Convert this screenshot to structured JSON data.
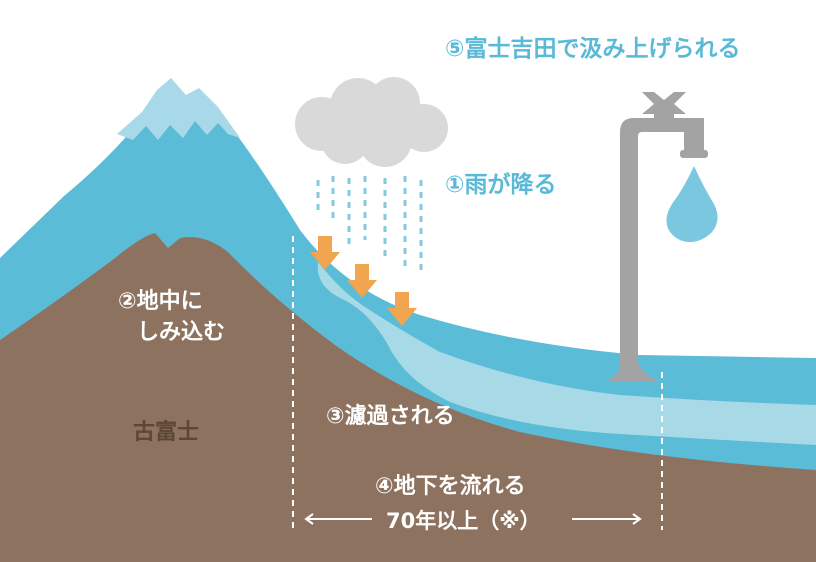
{
  "labels": {
    "step5": "⑤富士吉田で汲み上げられる",
    "step1": "①雨が降る",
    "step2_line1": "②地中に",
    "step2_line2": "しみ込む",
    "kofuji": "古富士",
    "step3": "③濾過される",
    "step4": "④地下を流れる",
    "duration": "70年以上（※）"
  },
  "colors": {
    "mountain_blue": "#5bbcd8",
    "snow_cap": "#a7d9e8",
    "ground_brown": "#8e7260",
    "water_light": "#a7d9e6",
    "cloud_gray": "#d9d9d9",
    "arrow_orange": "#f0a54e",
    "faucet_gray": "#a3a3a3",
    "drop_blue": "#79c8e0"
  },
  "icons": {
    "cloud": "cloud-icon",
    "faucet": "faucet-icon",
    "water_drop": "water-drop-icon",
    "arrow": "down-arrow-icon"
  }
}
